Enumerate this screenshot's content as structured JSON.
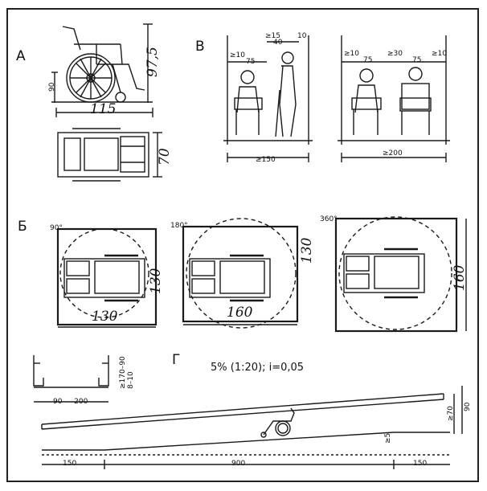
{
  "sections": {
    "a": "А",
    "b": "Б",
    "v": "В",
    "g": "Г"
  },
  "panel_a": {
    "h_wheel": "90",
    "h_total": "97,5",
    "length": "115",
    "width": "70"
  },
  "panel_v": {
    "left": {
      "d1": "≥15",
      "d2": "10",
      "d3": "≥10",
      "d4": "75",
      "d5": "40",
      "total": "≥150"
    },
    "right": {
      "d1": "≥10",
      "d2": "75",
      "d3": "≥30",
      "d4": "75",
      "d5": "≥10",
      "total": "≥200"
    }
  },
  "panel_b": [
    {
      "angle": "90°",
      "w": "130",
      "h": "130"
    },
    {
      "angle": "180°",
      "w": "160",
      "h": "130"
    },
    {
      "angle": "360°",
      "h": "160"
    }
  ],
  "panel_g": {
    "slope": "5% (1:20); i=0,05",
    "handrail_width": "90 — 200",
    "handrail_heights": "≥170–90\n8–10",
    "h_rail": "≥70",
    "h_rail2": "90",
    "h_curb": "≥5",
    "len_start": "150",
    "len_ramp": "900",
    "len_end": "150"
  }
}
